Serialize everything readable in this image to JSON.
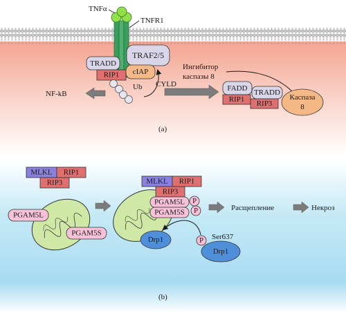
{
  "panel_a": {
    "caption": "(a)",
    "tnfa": "TNFα",
    "tnfr1": "TNFR1",
    "tradd": "TRADD",
    "traf": "TRAF2/5",
    "rip1": "RIP1",
    "ciap": "cIAP",
    "ub": "Ub",
    "nfkb": "NF-kB",
    "cyld": "CYLD",
    "inhibitor_line1": "Ингибитор",
    "inhibitor_line2": "каспазы 8",
    "fadd": "FADD",
    "tradd2": "TRADD",
    "rip1_b": "RIP1",
    "rip3": "RIP3",
    "caspase_line1": "Каспаза",
    "caspase_line2": "8"
  },
  "panel_b": {
    "caption": "(b)",
    "mlkl": "MLKL",
    "rip1": "RIP1",
    "rip3": "RIP3",
    "pgam5l": "PGAM5L",
    "pgam5s": "PGAM5S",
    "mlkl2": "MLKL",
    "rip1_2": "RIP1",
    "rip3_2": "RIP3",
    "pgam5l_2": "PGAM5L",
    "pgam5s_2": "PGAM5S",
    "p": "P",
    "drp1": "Drp1",
    "ser637": "Ser637",
    "drp1_2": "Drp1",
    "cleavage": "Расщепление",
    "necrosis": "Некроз"
  },
  "colors": {
    "membrane_bg": "#f4ad9c",
    "cytosol_bg": "#bfe6f5",
    "rip1": "#e07070",
    "rip3": "#e07070",
    "tradd": "#d9d6ea",
    "ciap": "#f4b987",
    "caspase": "#f4b987",
    "mlkl": "#8a80e0",
    "pgam": "#f7c1d8",
    "drp1": "#4f8fd9",
    "mito": "#cfe8a6",
    "receptor": "#3a9e5c",
    "ligand": "#8fe04a",
    "ub": "#e6e6ef",
    "arrow": "#7c7c7c"
  }
}
